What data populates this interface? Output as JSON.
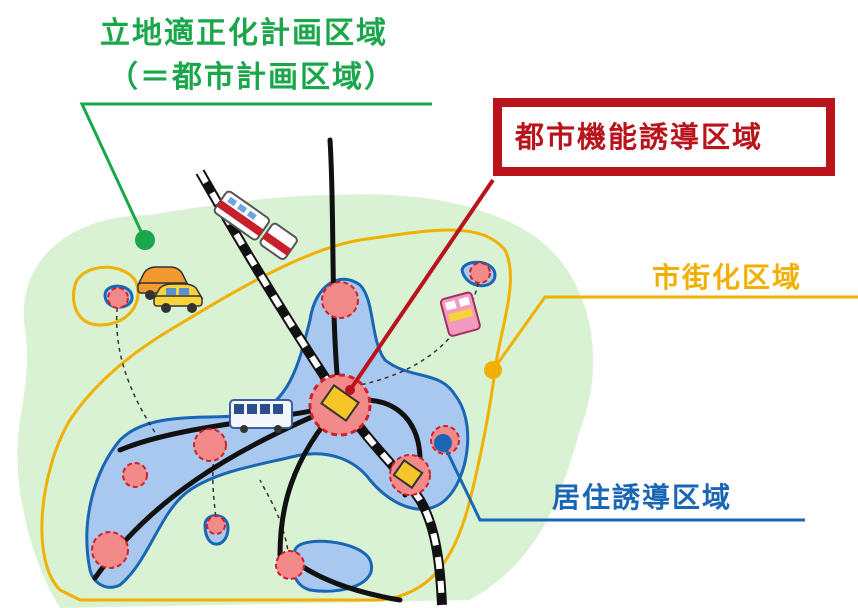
{
  "labels": {
    "planning_area_line1": "立地適正化計画区域",
    "planning_area_line2": "（＝都市計画区域）",
    "urban_function_area": "都市機能誘導区域",
    "urbanization_area": "市街化区域",
    "residential_area": "居住誘導区域"
  },
  "colors": {
    "planning_area": "#1aa64a",
    "urban_function_area": "#b9131b",
    "urbanization_area": "#f1b000",
    "residential_area": "#1866b4",
    "green_fill": "#d9f2d4",
    "blue_fill": "#a9c8f0",
    "hub_fill": "#f28a8a"
  },
  "icons": [
    "train-icon",
    "car-icon",
    "taxi-icon",
    "bus-icon",
    "pink-bus-icon"
  ]
}
